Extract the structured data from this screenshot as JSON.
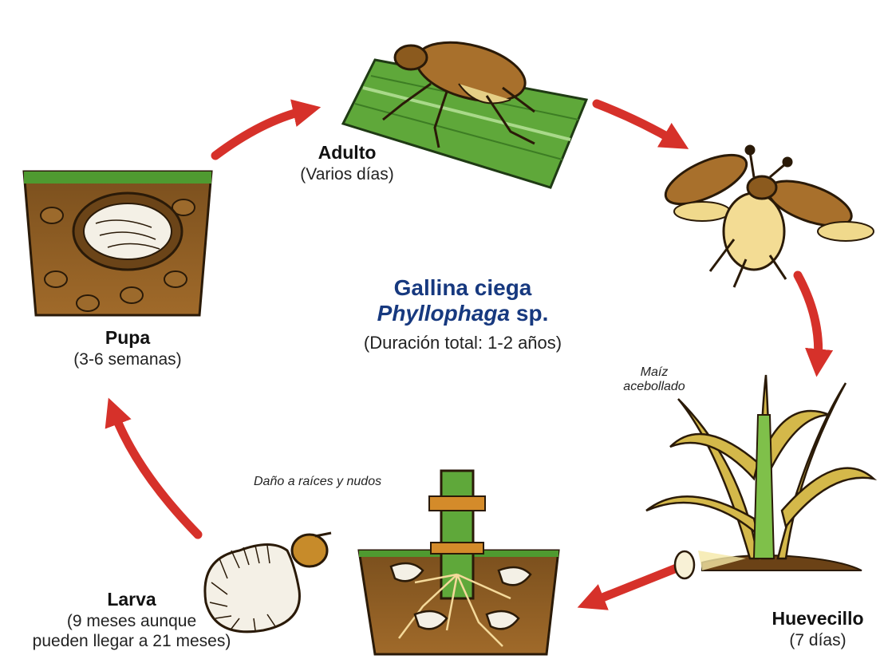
{
  "title": {
    "common_name": "Gallina ciega",
    "scientific_genus": "Phyllophaga",
    "scientific_suffix": "sp.",
    "total_duration": "(Duración total: 1-2 años)"
  },
  "stages": {
    "adulto": {
      "name": "Adulto",
      "duration": "(Varios días)"
    },
    "huevecillo": {
      "name": "Huevecillo",
      "duration": "(7 días)"
    },
    "larva": {
      "name": "Larva",
      "duration_line1": "(9 meses aunque",
      "duration_line2": "pueden llegar a 21 meses)"
    },
    "pupa": {
      "name": "Pupa",
      "duration": "(3-6 semanas)"
    }
  },
  "notes": {
    "maiz_line1": "Maíz",
    "maiz_line2": "acebollado",
    "dano": "Daño a raíces y nudos"
  },
  "colors": {
    "arrow": "#d6312a",
    "title_blue": "#17397f",
    "leaf_green": "#5fa83a",
    "soil_brown": "#8a5a22",
    "beetle_brown": "#a8702c"
  }
}
